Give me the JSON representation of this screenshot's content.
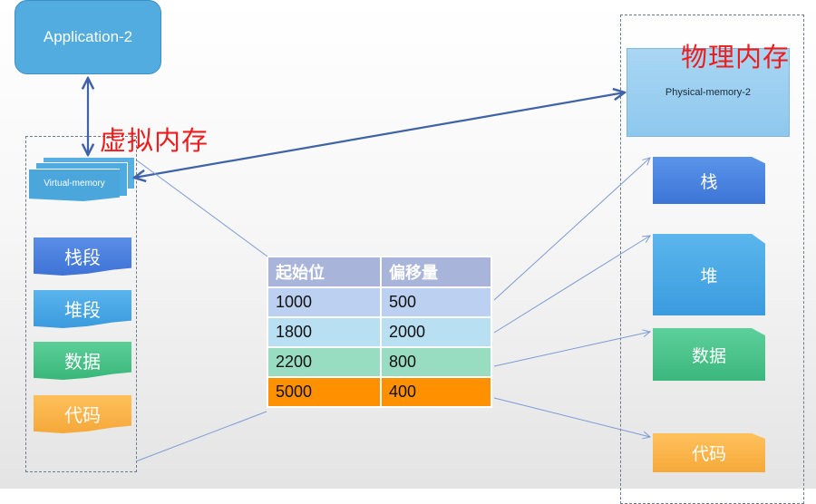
{
  "application": {
    "label": "Application-2"
  },
  "virtual_memory": {
    "title": "虚拟内存",
    "pages_label": "Virtual-memory",
    "segments": [
      {
        "key": "stack",
        "label": "栈段",
        "color": "#4a80df"
      },
      {
        "key": "heap",
        "label": "堆段",
        "color": "#48a7e5"
      },
      {
        "key": "data",
        "label": "数据",
        "color": "#47c288"
      },
      {
        "key": "code",
        "label": "代码",
        "color": "#fbb44a"
      }
    ]
  },
  "segment_table": {
    "headers": [
      "起始位",
      "偏移量"
    ],
    "rows": [
      {
        "start": "1000",
        "offset": "500",
        "color": "#bcd0f2"
      },
      {
        "start": "1800",
        "offset": "2000",
        "color": "#b9dff3"
      },
      {
        "start": "2200",
        "offset": "800",
        "color": "#98dcc2"
      },
      {
        "start": "5000",
        "offset": "400",
        "color": "#ff9100"
      }
    ],
    "header_color": "#a8b4da"
  },
  "physical_memory": {
    "title": "物理内存",
    "box_label": "Physical-memory-2",
    "blocks": [
      {
        "key": "stack",
        "label": "栈"
      },
      {
        "key": "heap",
        "label": "堆"
      },
      {
        "key": "data",
        "label": "数据"
      },
      {
        "key": "code",
        "label": "代码"
      }
    ]
  },
  "colors": {
    "title_red": "#ee1c1c",
    "arrow_dark": "#3f63a8",
    "arrow_light": "#7d9bd6"
  }
}
